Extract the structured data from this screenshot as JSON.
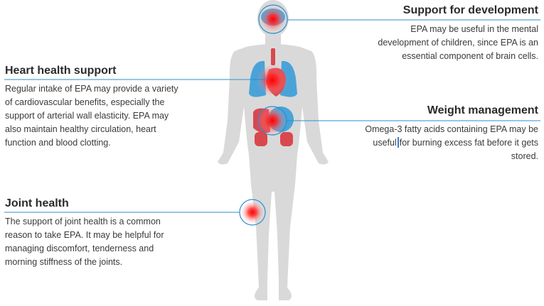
{
  "labels": {
    "development": {
      "title": "Support for development",
      "lines": [
        "EPA may be useful in the mental",
        "development of children, since EPA is an",
        "essential component of brain cells."
      ]
    },
    "heart": {
      "title": "Heart health support",
      "lines": [
        "Regular intake of EPA may provide a variety",
        "of cardiovascular benefits, especially the",
        "support of arterial wall elasticity. EPA may",
        "also maintain healthy circulation, heart",
        "function and blood clotting."
      ]
    },
    "weight": {
      "title": "Weight management",
      "lines": [
        "Omega-3 fatty acids containing EPA may be",
        "useful",
        "for burning excess fat before it gets",
        "stored."
      ]
    },
    "joint": {
      "title": "Joint health",
      "lines": [
        "The support of joint health is a common",
        "reason to take EPA. It may be helpful for",
        "managing discomfort, tenderness and",
        "morning stiffness of the joints."
      ]
    }
  },
  "colors": {
    "body": "#d9d9d9",
    "lungs": "#4aa3d8",
    "organs_red": "#d9474f",
    "connector": "#2a8fd3",
    "hotspot": "#ff1a1a"
  }
}
